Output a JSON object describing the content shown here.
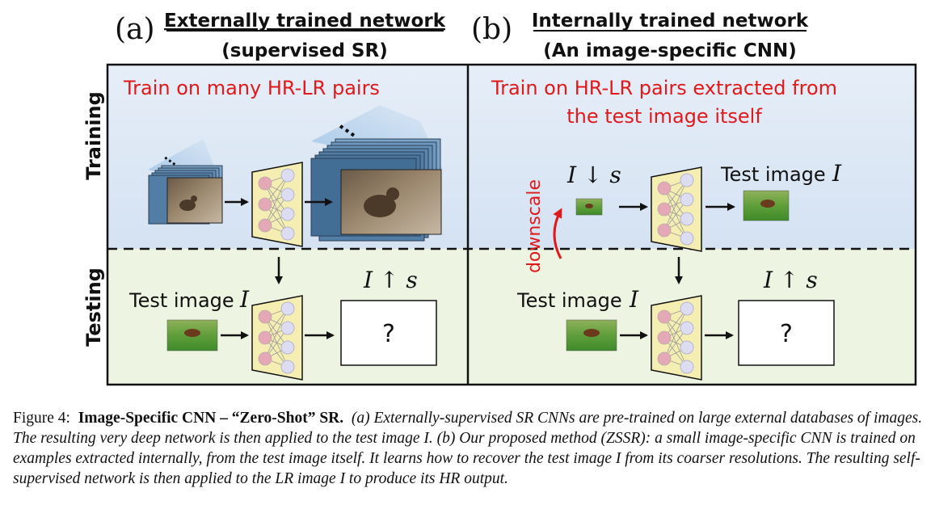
{
  "panel_a": {
    "letter": "(a)",
    "title_line1": "Externally trained network",
    "title_line2": "(supervised SR)",
    "train_note": "Train on many HR-LR pairs",
    "dots": "...",
    "test_label": "Test image",
    "test_var": "I",
    "output_label": "I ↑ s",
    "question": "?"
  },
  "panel_b": {
    "letter": "(b)",
    "title_line1": "Internally trained network",
    "title_line2": "(An image-specific CNN)",
    "train_note_line1": "Train on HR-LR pairs extracted from",
    "train_note_line2": "the test image itself",
    "downscaled_label": "I ↓ s",
    "train_target_label": "Test image",
    "train_target_var": "I",
    "downscale_label": "downscale",
    "test_label": "Test image",
    "test_var": "I",
    "output_label": "I ↑ s",
    "question": "?"
  },
  "row_labels": {
    "training": "Training",
    "testing": "Testing"
  },
  "caption": {
    "label": "Figure 4:",
    "bold": "Image-Specific CNN – “Zero-Shot” SR.",
    "body": "(a) Externally-supervised SR CNNs are pre-trained on large external databases of images. The resulting very deep network is then applied to the test image I.  (b) Our proposed method (ZSSR): a small image-specific CNN is trained on examples extracted internally, from the test image itself. It learns how to recover the test image I from its coarser resolutions. The resulting self-supervised network is then applied to the LR image I to produce its HR output."
  },
  "colors": {
    "training_bg": "#dde8f5",
    "testing_bg": "#eef4e2",
    "note_red": "#e0191b",
    "net_fill": "#f5eeb3",
    "node_pink": "#e5a8b6",
    "node_lav": "#dcdcf3"
  }
}
